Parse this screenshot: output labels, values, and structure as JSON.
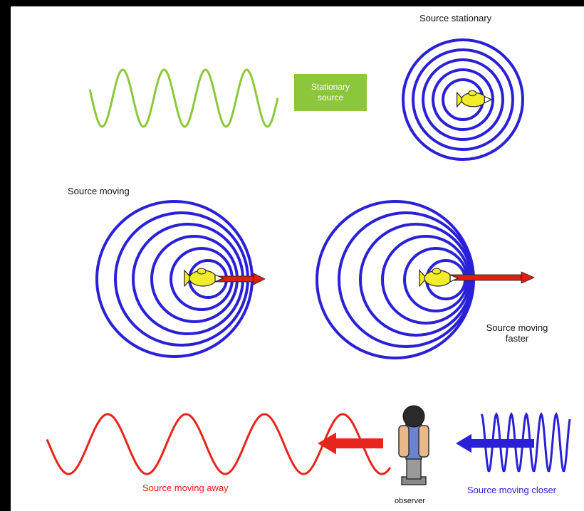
{
  "labels": {
    "source_stationary": "Source stationary",
    "badge_line1": "Stationary",
    "badge_line2": "source",
    "source_moving": "Source moving",
    "faster_line1": "Source moving",
    "faster_line2": "faster",
    "moving_away": "Source moving away",
    "moving_closer": "Source moving closer",
    "observer": "observer"
  },
  "colors": {
    "background": "#000000",
    "panel": "#ffffff",
    "stationary_wave": "#8cc83c",
    "badge": "#8cc63a",
    "rings": "#2a20d8",
    "fish_body": "#f3ec28",
    "motion_arrow": "#e01e10",
    "away_wave": "#e8241c",
    "closer_wave": "#2a20d8",
    "away_label": "#e01e10",
    "closer_label": "#2a20d8"
  },
  "icons": {
    "source": "fish-source-icon",
    "observer": "observer-person-icon"
  }
}
